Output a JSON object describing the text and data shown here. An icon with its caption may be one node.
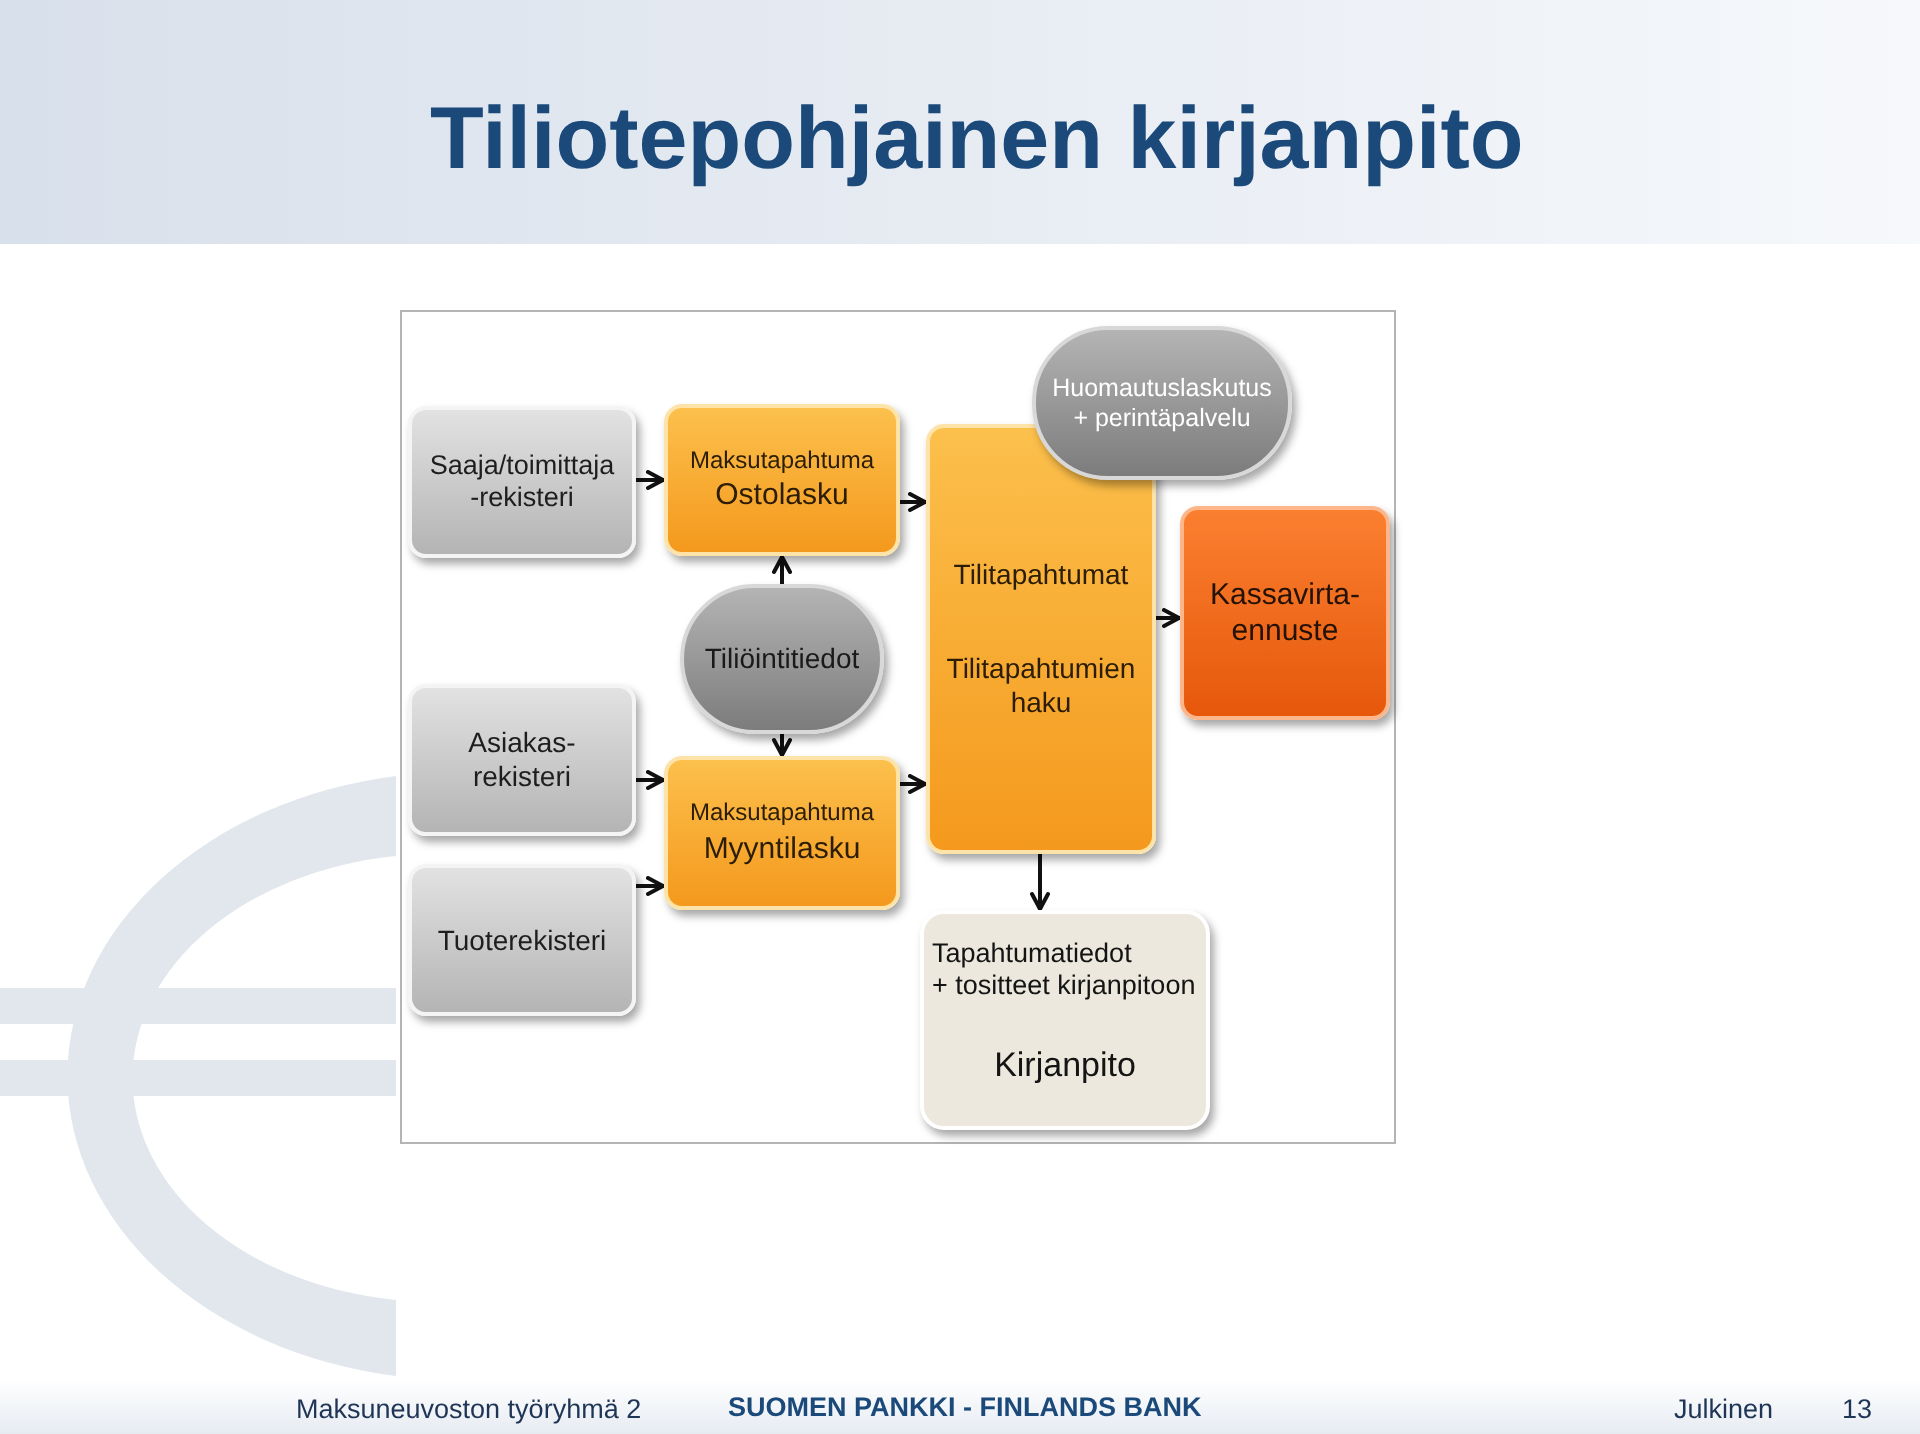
{
  "diagram": {
    "title": "Tiliotepohjainen kirjanpito",
    "nodes": [
      {
        "text": [
          "Saaja/toimittaja -rekisteri"
        ]
      },
      {
        "text": [
          "Maksutapahtuma",
          "Ostolasku"
        ]
      },
      {
        "text": [
          "Huomautuslaskutus + perintäpalvelu"
        ]
      },
      {
        "text": [
          "Tilitapahtumat",
          "Tilitapahtumien haku"
        ]
      },
      {
        "text": [
          "Kassavirta- ennuste"
        ]
      },
      {
        "text": [
          "Tiliöintitiedot"
        ]
      },
      {
        "text": [
          "Asiakas- rekisteri"
        ]
      },
      {
        "text": [
          "Maksutapahtuma",
          "Myyntilasku"
        ]
      },
      {
        "text": [
          "Tuoterekisteri"
        ]
      },
      {
        "text": [
          "Tapahtumatiedot + tositteet kirjanpitoon",
          "Kirjanpito"
        ]
      }
    ],
    "edges": [
      {
        "from": 0,
        "to": 1,
        "arrow": "to"
      },
      {
        "from": 1,
        "to": 3,
        "arrow": "to"
      },
      {
        "from": 5,
        "to": 1,
        "arrow": "to"
      },
      {
        "from": 3,
        "to": 4,
        "arrow": "to"
      },
      {
        "from": 5,
        "to": 7,
        "arrow": "to"
      },
      {
        "from": 6,
        "to": 7,
        "arrow": "to"
      },
      {
        "from": 8,
        "to": 7,
        "arrow": "to"
      },
      {
        "from": 7,
        "to": 3,
        "arrow": "to"
      },
      {
        "from": 3,
        "to": 9,
        "arrow": "to"
      }
    ],
    "labels": [
      "Maksuneuvoston työryhmä 2",
      "SUOMEN PANKKI - FINLANDS BANK",
      "Julkinen",
      "13"
    ]
  }
}
